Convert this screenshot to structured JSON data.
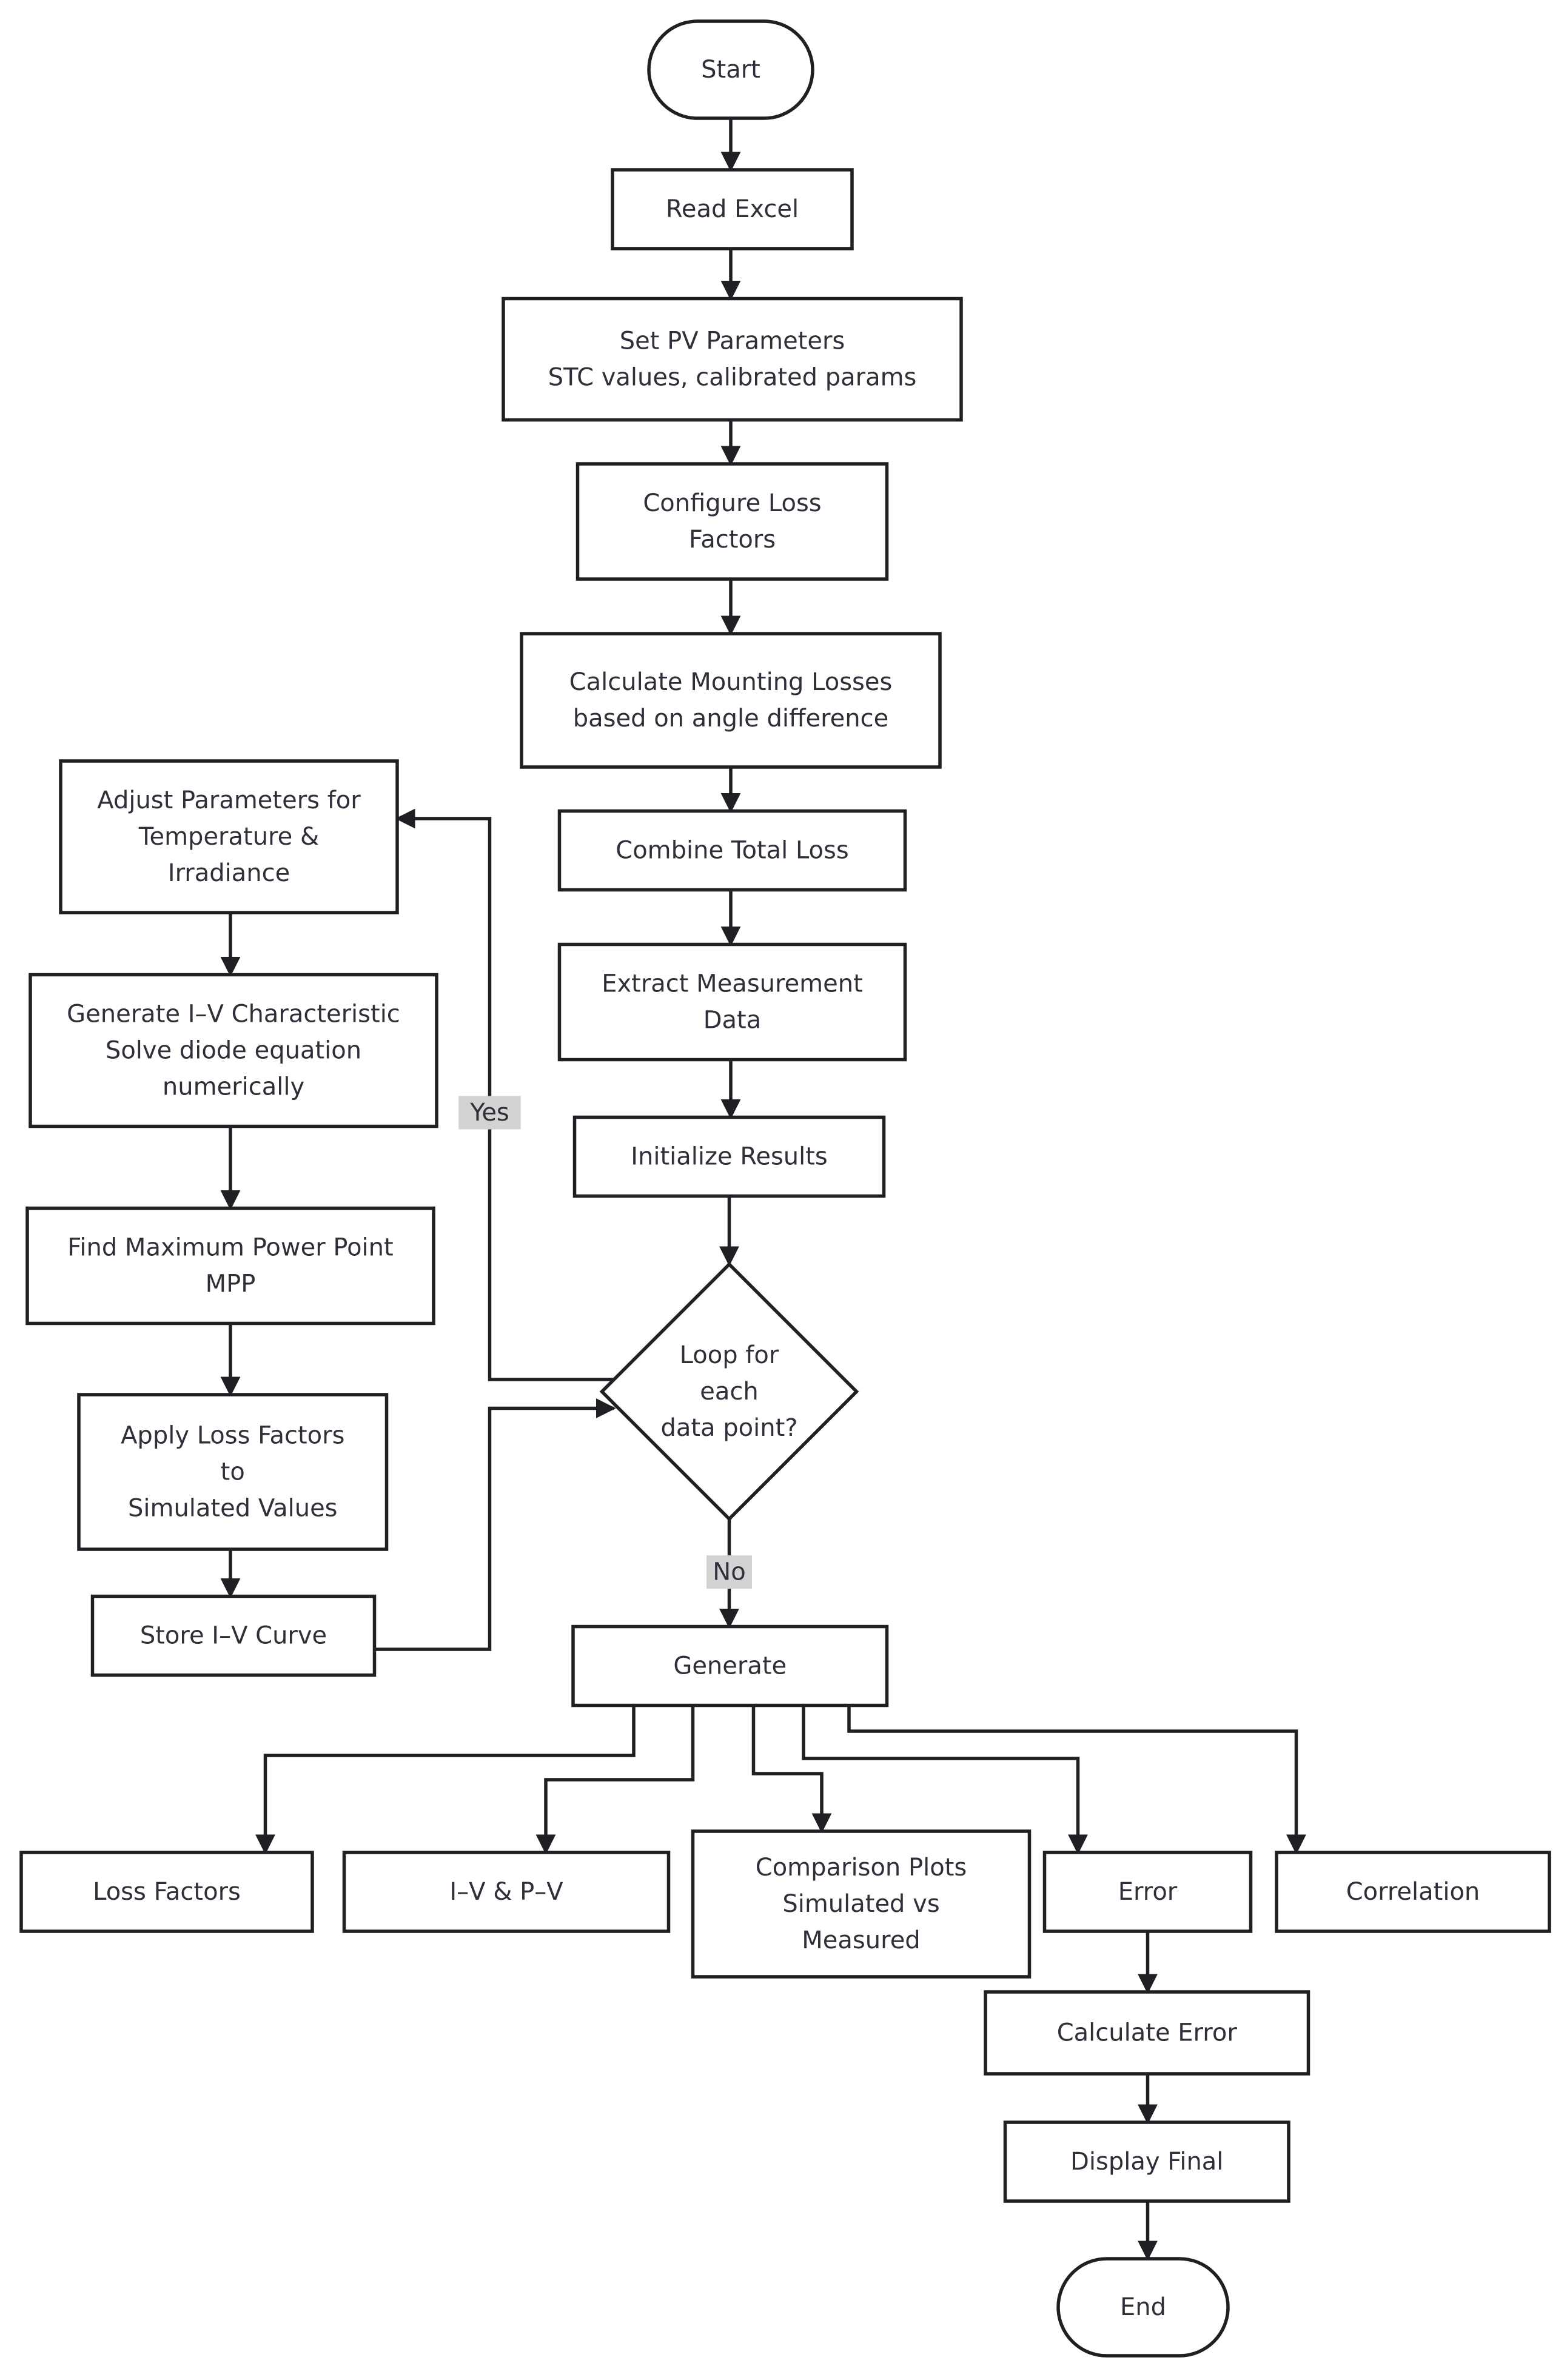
{
  "style": {
    "stroke": "#1f1f24",
    "fill": "#ffffff",
    "text": "#2f2f3a",
    "edge_label_bg": "#d3d3d3"
  },
  "nodes": [
    {
      "id": "start",
      "shape": "terminal",
      "lines": [
        "Start"
      ]
    },
    {
      "id": "read-excel",
      "shape": "process",
      "lines": [
        "Read Excel"
      ]
    },
    {
      "id": "set-pv-parameters",
      "shape": "process",
      "lines": [
        "Set PV Parameters",
        "STC values, calibrated params"
      ]
    },
    {
      "id": "configure-loss-factors",
      "shape": "process",
      "lines": [
        "Configure Loss",
        "Factors"
      ]
    },
    {
      "id": "calculate-mounting-losses",
      "shape": "process",
      "lines": [
        "Calculate Mounting Losses",
        "based on angle difference"
      ]
    },
    {
      "id": "combine-total-loss",
      "shape": "process",
      "lines": [
        "Combine Total Loss"
      ]
    },
    {
      "id": "extract-measurement-data",
      "shape": "process",
      "lines": [
        "Extract Measurement",
        "Data"
      ]
    },
    {
      "id": "initialize-results",
      "shape": "process",
      "lines": [
        "Initialize Results"
      ]
    },
    {
      "id": "loop-decision",
      "shape": "decision",
      "lines": [
        "Loop for",
        "each",
        "data point?"
      ]
    },
    {
      "id": "adjust-parameters",
      "shape": "process",
      "lines": [
        "Adjust Parameters for",
        "Temperature &",
        "Irradiance"
      ]
    },
    {
      "id": "generate-iv-characteristic",
      "shape": "process",
      "lines": [
        "Generate I–V Characteristic",
        "Solve diode equation",
        "numerically"
      ]
    },
    {
      "id": "find-mpp",
      "shape": "process",
      "lines": [
        "Find Maximum Power Point",
        "MPP"
      ]
    },
    {
      "id": "apply-loss-factors",
      "shape": "process",
      "lines": [
        "Apply Loss Factors",
        "to",
        "Simulated Values"
      ]
    },
    {
      "id": "store-iv-curve",
      "shape": "process",
      "lines": [
        "Store I–V Curve"
      ]
    },
    {
      "id": "generate",
      "shape": "process",
      "lines": [
        "Generate"
      ]
    },
    {
      "id": "loss-factors",
      "shape": "process",
      "lines": [
        "Loss Factors"
      ]
    },
    {
      "id": "iv-pv",
      "shape": "process",
      "lines": [
        "I–V & P–V"
      ]
    },
    {
      "id": "comparison-plots",
      "shape": "process",
      "lines": [
        "Comparison Plots",
        "Simulated vs",
        "Measured"
      ]
    },
    {
      "id": "error",
      "shape": "process",
      "lines": [
        "Error"
      ]
    },
    {
      "id": "correlation",
      "shape": "process",
      "lines": [
        "Correlation"
      ]
    },
    {
      "id": "calculate-error",
      "shape": "process",
      "lines": [
        "Calculate Error"
      ]
    },
    {
      "id": "display-final",
      "shape": "process",
      "lines": [
        "Display Final"
      ]
    },
    {
      "id": "end",
      "shape": "terminal",
      "lines": [
        "End"
      ]
    }
  ],
  "edges": [
    {
      "from": "start",
      "to": "read-excel",
      "label": ""
    },
    {
      "from": "read-excel",
      "to": "set-pv-parameters",
      "label": ""
    },
    {
      "from": "set-pv-parameters",
      "to": "configure-loss-factors",
      "label": ""
    },
    {
      "from": "configure-loss-factors",
      "to": "calculate-mounting-losses",
      "label": ""
    },
    {
      "from": "calculate-mounting-losses",
      "to": "combine-total-loss",
      "label": ""
    },
    {
      "from": "combine-total-loss",
      "to": "extract-measurement-data",
      "label": ""
    },
    {
      "from": "extract-measurement-data",
      "to": "initialize-results",
      "label": ""
    },
    {
      "from": "initialize-results",
      "to": "loop-decision",
      "label": ""
    },
    {
      "from": "loop-decision",
      "to": "adjust-parameters",
      "label": "Yes"
    },
    {
      "from": "adjust-parameters",
      "to": "generate-iv-characteristic",
      "label": ""
    },
    {
      "from": "generate-iv-characteristic",
      "to": "find-mpp",
      "label": ""
    },
    {
      "from": "find-mpp",
      "to": "apply-loss-factors",
      "label": ""
    },
    {
      "from": "apply-loss-factors",
      "to": "store-iv-curve",
      "label": ""
    },
    {
      "from": "store-iv-curve",
      "to": "loop-decision",
      "label": ""
    },
    {
      "from": "loop-decision",
      "to": "generate",
      "label": "No"
    },
    {
      "from": "generate",
      "to": "loss-factors",
      "label": ""
    },
    {
      "from": "generate",
      "to": "iv-pv",
      "label": ""
    },
    {
      "from": "generate",
      "to": "comparison-plots",
      "label": ""
    },
    {
      "from": "generate",
      "to": "error",
      "label": ""
    },
    {
      "from": "generate",
      "to": "correlation",
      "label": ""
    },
    {
      "from": "error",
      "to": "calculate-error",
      "label": ""
    },
    {
      "from": "calculate-error",
      "to": "display-final",
      "label": ""
    },
    {
      "from": "display-final",
      "to": "end",
      "label": ""
    }
  ]
}
